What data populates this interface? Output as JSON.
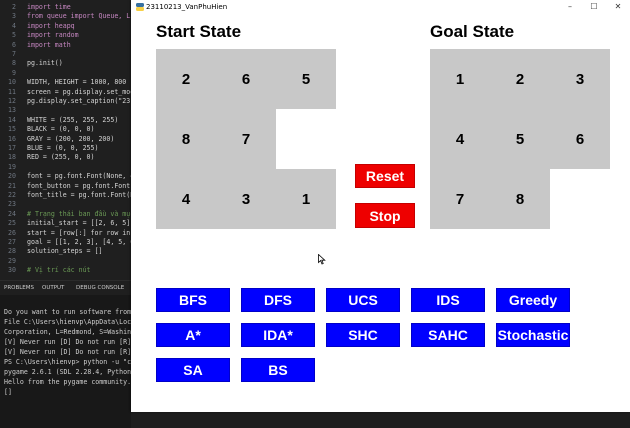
{
  "editor": {
    "lines": [
      {
        "n": "2",
        "text": "import time"
      },
      {
        "n": "3",
        "text": "from queue import Queue, Lif"
      },
      {
        "n": "4",
        "text": "import heapq"
      },
      {
        "n": "5",
        "text": "import random"
      },
      {
        "n": "6",
        "text": "import math"
      },
      {
        "n": "7",
        "text": ""
      },
      {
        "n": "8",
        "text": "pg.init()"
      },
      {
        "n": "9",
        "text": ""
      },
      {
        "n": "10",
        "text": "WIDTH, HEIGHT = 1000, 800"
      },
      {
        "n": "11",
        "text": "screen = pg.display.set_mod"
      },
      {
        "n": "12",
        "text": "pg.display.set_caption(\"231"
      },
      {
        "n": "13",
        "text": ""
      },
      {
        "n": "14",
        "text": "WHITE = (255, 255, 255)"
      },
      {
        "n": "15",
        "text": "BLACK = (0, 0, 0)"
      },
      {
        "n": "16",
        "text": "GRAY = (200, 200, 200)"
      },
      {
        "n": "17",
        "text": "BLUE = (0, 0, 255)"
      },
      {
        "n": "18",
        "text": "RED = (255, 0, 0)"
      },
      {
        "n": "19",
        "text": ""
      },
      {
        "n": "20",
        "text": "font = pg.font.Font(None, 4"
      },
      {
        "n": "21",
        "text": "font_button = pg.font.Font("
      },
      {
        "n": "22",
        "text": "font_title = pg.font.Font(N"
      },
      {
        "n": "23",
        "text": ""
      },
      {
        "n": "24",
        "text": "# Trạng thái ban đầu và mục"
      },
      {
        "n": "25",
        "text": "initial_start = [[2, 6, 5],"
      },
      {
        "n": "26",
        "text": "start = [row[:] for row in"
      },
      {
        "n": "27",
        "text": "goal = [[1, 2, 3], [4, 5, 6"
      },
      {
        "n": "28",
        "text": "solution_steps = []"
      },
      {
        "n": "29",
        "text": ""
      },
      {
        "n": "30",
        "text": "# Vị trí các nút"
      }
    ]
  },
  "panel": {
    "tabs": [
      "PROBLEMS",
      "OUTPUT",
      "DEBUG CONSOLE"
    ]
  },
  "terminal": {
    "lines": [
      "Do you want to run software from th",
      "File C:\\Users\\hienvp\\AppData\\Local",
      "Corporation, L=Redmond, S=Washingt",
      "[V] Never run  [D] Do not run  [R]",
      "[V] Never run  [D] Do not run  [R]",
      "PS C:\\Users\\hienvp> python -u \"c:\\",
      "pygame 2.6.1 (SDL 2.28.4, Python 3",
      "Hello from the pygame community. h",
      "[]"
    ]
  },
  "window": {
    "title": "23110213_VanPhuHien",
    "minimize": "–",
    "maximize": "☐",
    "close": "✕"
  },
  "start_title": "Start State",
  "goal_title": "Goal State",
  "start_state": [
    [
      2,
      6,
      5
    ],
    [
      8,
      7,
      0
    ],
    [
      4,
      3,
      1
    ]
  ],
  "goal_state": [
    [
      1,
      2,
      3
    ],
    [
      4,
      5,
      6
    ],
    [
      7,
      8,
      0
    ]
  ],
  "controls": {
    "reset_label": "Reset",
    "stop_label": "Stop",
    "control_color": "#ee0000"
  },
  "algorithms": {
    "button_color": "#0000ff",
    "rows": [
      [
        "BFS",
        "DFS",
        "UCS",
        "IDS",
        "Greedy"
      ],
      [
        "A*",
        "IDA*",
        "SHC",
        "SAHC",
        "Stochastic"
      ],
      [
        "SA",
        "BS"
      ]
    ]
  }
}
